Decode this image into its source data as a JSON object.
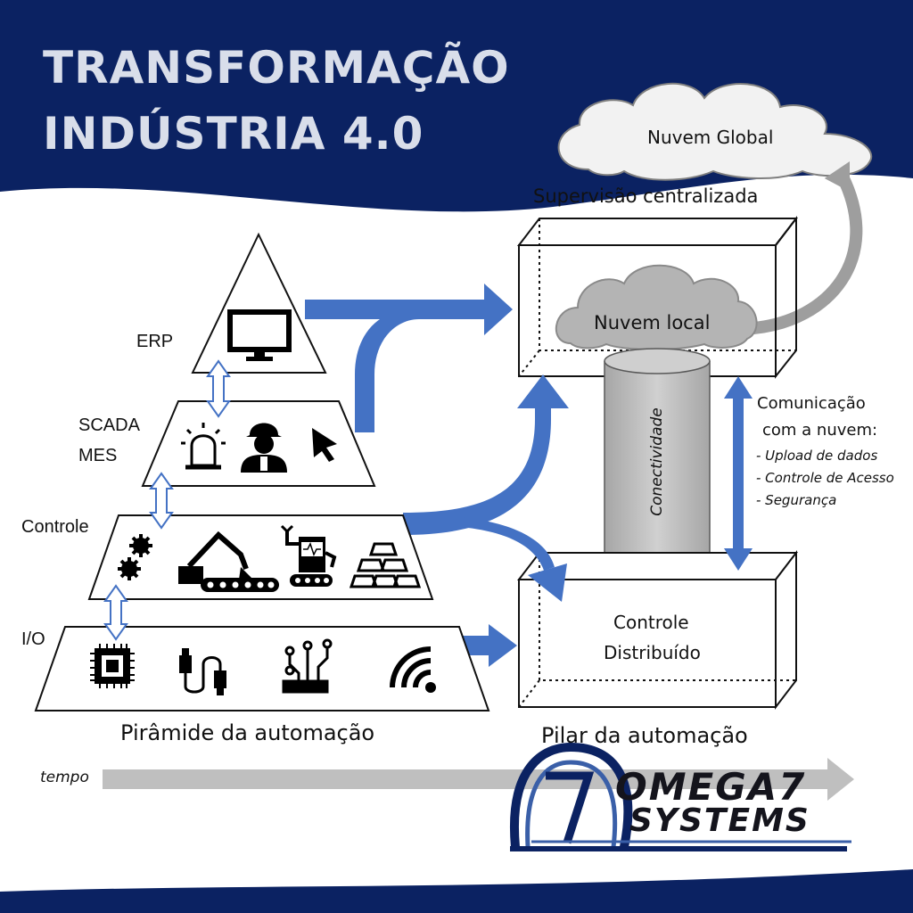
{
  "header": {
    "title_line1": "TRANSFORMAÇÃO",
    "title_line2": "INDÚSTRIA 4.0"
  },
  "colors": {
    "navy": "#0b2262",
    "arrow_blue": "#4472c4",
    "cylinder_grey": "#bfbfbf",
    "cloud_grey": "#b4b4b4"
  },
  "pyramid": {
    "levels": [
      {
        "label": "ERP",
        "icons": [
          "monitor-icon"
        ]
      },
      {
        "label_line1": "SCADA",
        "label_line2": "MES",
        "icons": [
          "alarm-light-icon",
          "engineer-icon",
          "cursor-icon"
        ]
      },
      {
        "label": "Controle",
        "icons": [
          "gears-icon",
          "excavator-icon",
          "robot-icon",
          "gold-bars-icon"
        ]
      },
      {
        "label": "I/O",
        "icons": [
          "chip-icon",
          "cable-icon",
          "circuit-icon",
          "wireless-icon"
        ]
      }
    ],
    "caption": "Pirâmide da automação"
  },
  "pillar": {
    "top_box_label": "Supervisão  centralizada",
    "local_cloud": "Nuvem local",
    "global_cloud": "Nuvem Global",
    "cylinder_label": "Conectividade",
    "bottom_box_line1": "Controle",
    "bottom_box_line2": "Distribuído",
    "caption": "Pilar da automação",
    "comm": {
      "line1": "Comunicação",
      "line2": "com a nuvem:",
      "items": [
        "- Upload de dados",
        "- Controle de Acesso",
        "- Segurança"
      ]
    }
  },
  "timeline": {
    "label": "tempo"
  },
  "logo": {
    "line1": "OMEGA7",
    "line2": "SYSTEMS"
  }
}
